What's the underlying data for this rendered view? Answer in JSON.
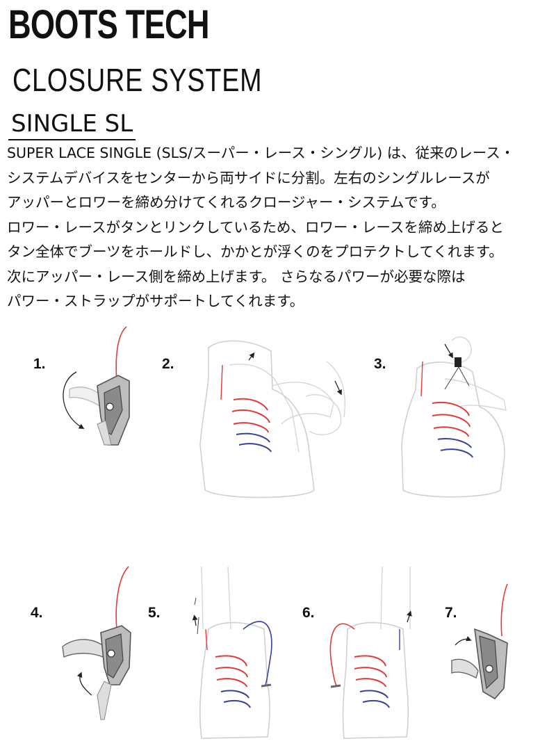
{
  "header": {
    "title": "BOOTS TECH",
    "subtitle": "CLOSURE SYSTEM",
    "model": "SINGLE SL"
  },
  "description": [
    "SUPER LACE SINGLE (SLS/スーパー・レース・シングル) は、従来のレース・",
    "システムデバイスをセンターから両サイドに分割。左右のシングルレースが",
    "アッパーとロワーを締め分けてくれるクロージャー・システムです。",
    " ロワー・レースがタンとリンクしているため、ロワー・レースを締め上げると",
    "タン全体でブーツをホールドし、かかとが浮くのをプロテクトしてくれます。",
    " 次にアッパー・レース側を締め上げます。 さらなるパワーが必要な際は",
    "パワー・ストラップがサポートしてくれます。"
  ],
  "steps": [
    "1.",
    "2.",
    "3.",
    "4.",
    "5.",
    "6.",
    "7."
  ],
  "colors": {
    "lace_upper": "#e03a3a",
    "lace_lower": "#3a3f9a",
    "outline": "#cfcfcf",
    "device": "#8a8a8a"
  }
}
